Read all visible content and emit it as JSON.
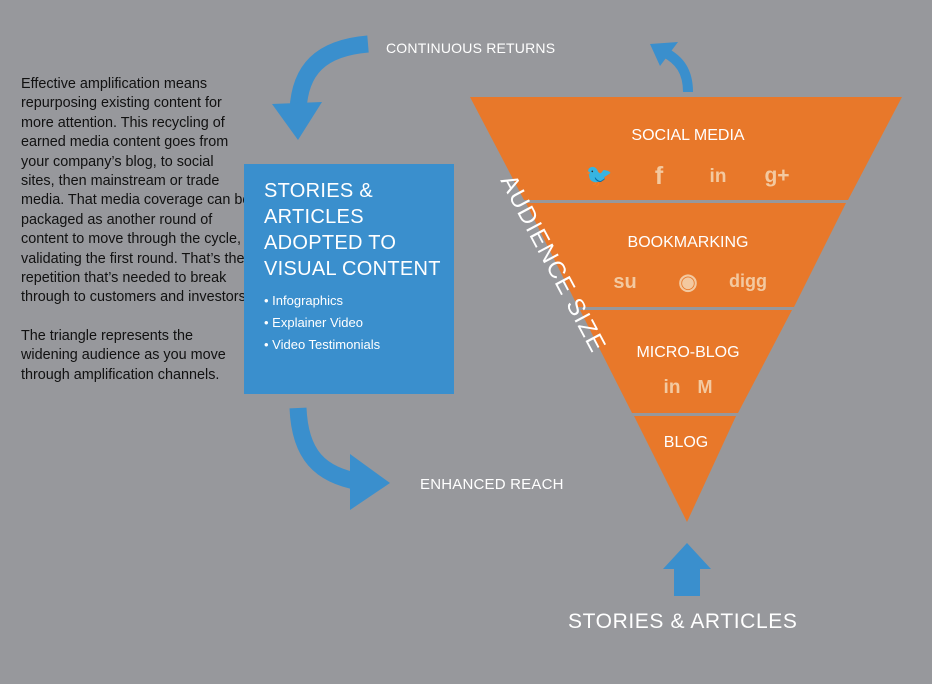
{
  "intro": {
    "paragraph1": "Effective amplification means repurposing existing content for more attention. This recycling of earned media content goes from your company’s blog, to social sites, then mainstream or trade media. That media coverage can be packaged as another round of content to move through the cycle, validating the first round. That’s the repetition that’s needed to break through to customers and investors.",
    "paragraph2": "The triangle represents the widening audience as you move through amplification channels."
  },
  "box": {
    "title": "STORIES & ARTICLES ADOPTED TO VISUAL CONTENT",
    "items": [
      "• Infographics",
      "• Explainer Video",
      "• Video Testimonials"
    ]
  },
  "labels": {
    "continuous_returns": "CONTINUOUS RETURNS",
    "enhanced_reach": "ENHANCED REACH",
    "stories_articles": "STORIES & ARTICLES",
    "audience_size": "AUDIENCE SIZE"
  },
  "tiers": [
    {
      "label": "SOCIAL MEDIA",
      "icons": [
        "twitter-icon",
        "facebook-icon",
        "linkedin-icon",
        "google-plus-icon"
      ],
      "icon_glyphs": [
        "🐦",
        "f",
        "in",
        "g+"
      ]
    },
    {
      "label": "BOOKMARKING",
      "icons": [
        "stumbleupon-icon",
        "reddit-icon",
        "digg-icon"
      ],
      "icon_glyphs": [
        "su",
        "◉",
        "digg"
      ]
    },
    {
      "label": "MICRO-BLOG",
      "icons": [
        "linkedin-icon",
        "medium-icon"
      ],
      "icon_glyphs": [
        "in",
        "M"
      ]
    },
    {
      "label": "BLOG",
      "icons": [],
      "icon_glyphs": []
    }
  ],
  "colors": {
    "background": "#97989c",
    "funnel": "#e8782a",
    "box": "#3a8fcd",
    "arrow": "#3a8fcd",
    "icon": "#f3c9a0"
  }
}
